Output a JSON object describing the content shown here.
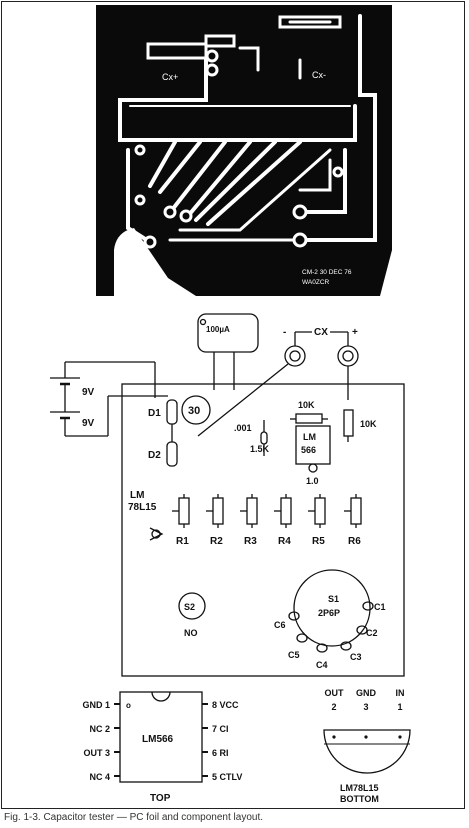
{
  "pcb": {
    "labels": {
      "cx_plus": "Cx+",
      "cx_minus": "Cx-",
      "title_line1": "CM-2 30 DEC 76",
      "title_line2": "WA0ZCR"
    }
  },
  "schematic": {
    "meter": "100µA",
    "cx": "CX",
    "cx_minus": "-",
    "cx_plus": "+",
    "battery_top": "9V",
    "battery_bottom": "9V",
    "d1": "D1",
    "d2": "D2",
    "res_30": "30",
    "r10k_top": "10K",
    "r10k_right": "10K",
    "cap_001": ".001",
    "r15k": "1.5K",
    "ic_line1": "LM",
    "ic_line2": "566",
    "cap_10": "1.0",
    "reg_line1": "LM",
    "reg_line2": "78L15",
    "resistors": [
      "R1",
      "R2",
      "R3",
      "R4",
      "R5",
      "R6"
    ],
    "switch_s2": "S2",
    "switch_s2_type": "NO",
    "switch_s1": "S1",
    "switch_s1_type": "2P6P",
    "switch_positions": [
      "C1",
      "C2",
      "C3",
      "C4",
      "C5",
      "C6"
    ]
  },
  "lm566": {
    "name": "LM566",
    "view": "TOP",
    "left_pins": [
      "GND 1",
      "NC 2",
      "OUT 3",
      "NC 4"
    ],
    "right_pins": [
      "8 VCC",
      "7 CI",
      "6 RI",
      "5 CTLV"
    ],
    "pin1_mark": "o"
  },
  "lm78l15": {
    "pin_names": [
      "OUT",
      "GND",
      "IN"
    ],
    "pin_numbers": [
      "2",
      "3",
      "1"
    ],
    "name": "LM78L15",
    "view": "BOTTOM"
  },
  "caption": "Fig. 1-3. Capacitor tester — PC foil and component layout."
}
